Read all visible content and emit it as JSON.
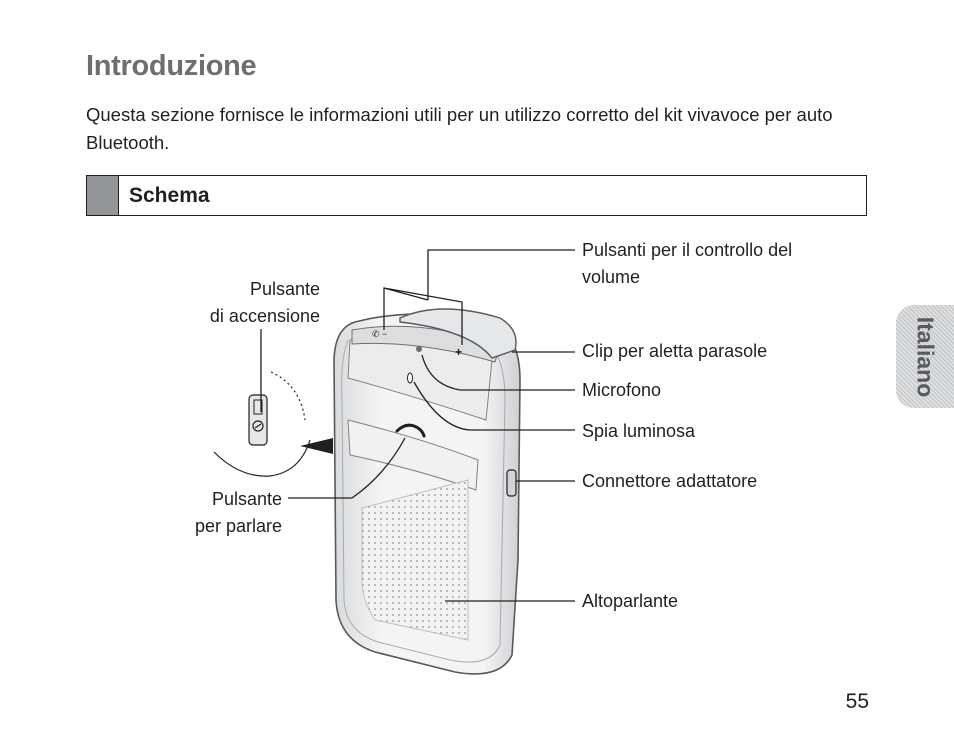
{
  "page": {
    "title": "Introduzione",
    "intro": "Questa sezione fornisce le informazioni utili per un utilizzo corretto del kit vivavoce per auto Bluetooth.",
    "section_title": "Schema",
    "side_tab": "Italiano",
    "page_number": "55"
  },
  "callouts": {
    "power_button": [
      "Pulsante",
      "di accensione"
    ],
    "talk_button": [
      "Pulsante",
      "per parlare"
    ],
    "volume_buttons": [
      "Pulsanti per il controllo del",
      "volume"
    ],
    "visor_clip": "Clip per aletta parasole",
    "microphone": "Microfono",
    "indicator_light": "Spia luminosa",
    "adapter_connector": "Connettore adattatore",
    "speaker": "Altoparlante"
  },
  "colors": {
    "title": "#6d6e71",
    "section_marker": "#939598",
    "text": "#231f20",
    "tab_text": "#58595b"
  },
  "icons": [
    "power-icon",
    "phone-handset-icon"
  ]
}
